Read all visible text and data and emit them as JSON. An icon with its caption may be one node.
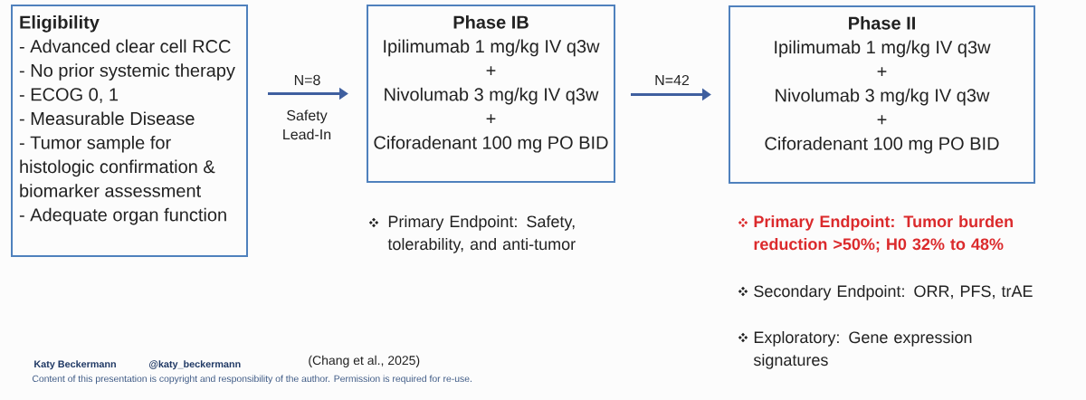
{
  "diagram": {
    "nodes": [
      {
        "text": [
          "Eligibility",
          "- Advanced clear cell RCC",
          "- No prior systemic therapy",
          "- ECOG 0, 1",
          "- Measurable Disease",
          "- Tumor sample for histologic confirmation & biomarker assessment",
          "- Adequate organ function"
        ]
      },
      {
        "text": [
          "Phase IB",
          "Ipilimumab 1 mg/kg IV q3w",
          "+",
          "Nivolumab 3 mg/kg IV q3w",
          "+",
          "Ciforadenant 100 mg PO BID"
        ],
        "beside": [
          "Primary Endpoint: Safety, tolerability, and anti-tumor"
        ]
      },
      {
        "text": [
          "Phase II",
          "Ipilimumab 1 mg/kg IV q3w",
          "+",
          "Nivolumab 3 mg/kg IV q3w",
          "+",
          "Ciforadenant 100 mg PO BID"
        ],
        "beside": [
          "Primary Endpoint: Tumor burden reduction >50%; H0 32% to 48%",
          "Secondary Endpoint: ORR, PFS, trAE",
          "Exploratory: Gene expression signatures"
        ]
      }
    ],
    "edges": [
      {
        "from": 0,
        "to": 1,
        "arrow": "to",
        "label": "N=8"
      },
      {
        "from": 1,
        "to": 2,
        "arrow": "to",
        "label": "N=42"
      }
    ],
    "labels": [
      "Safety Lead-In",
      "Katy Beckermann",
      "@katy_beckermann",
      "(Chang et al., 2025)",
      "Content of this presentation is copyright and responsibility of the author. Permission is required for re-use."
    ]
  }
}
